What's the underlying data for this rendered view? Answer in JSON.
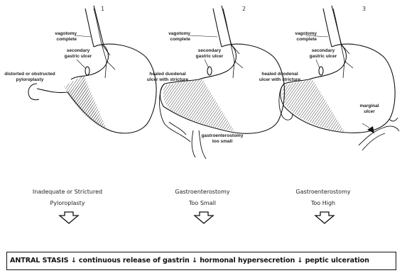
{
  "panels": [
    {
      "number": "1",
      "vagotomy": "vagotomy\ncomplete",
      "ulcer": "secondary\ngastric ulcer",
      "left_label": "distorted or obstructed\npyloroplasty",
      "caption_line1": "Inadequate or Strictured",
      "caption_line2": "Pyloroplasty"
    },
    {
      "number": "2",
      "vagotomy": "vagotomy\ncomplete",
      "ulcer": "secondary\ngastric ulcer",
      "left_label": "healed duodenal\nulcer with stricture",
      "bottom_label": "gastroenterostomy\ntoo small",
      "caption_line1": "Gastroenterostomy",
      "caption_line2": "Too Small"
    },
    {
      "number": "3",
      "vagotomy": "vagotomy\ncomplete",
      "ulcer": "secondary\ngastric ulcer",
      "left_label": "healed duodenal\nulcer with stricture",
      "right_label": "marginal\nulcer",
      "caption_line1": "Gastroenterostomy",
      "caption_line2": "Too High"
    }
  ],
  "summary": "ANTRAL STASIS ↓ continuous release of gastrin ↓ hormonal hypersecretion ↓ peptic ulceration"
}
